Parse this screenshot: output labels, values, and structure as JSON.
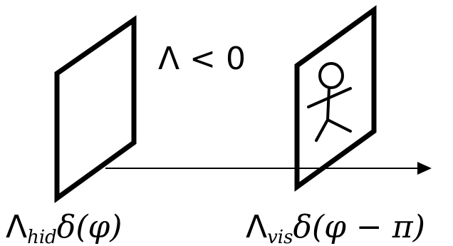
{
  "diagram": {
    "condition_label": "Λ < 0",
    "left_brane_label": {
      "lambda": "Λ",
      "subscript": "hid",
      "delta": "δ(φ)"
    },
    "right_brane_label": {
      "lambda": "Λ",
      "subscript": "vis",
      "delta": "δ(φ − π)"
    },
    "colors": {
      "stroke": "#000000",
      "background": "#ffffff"
    }
  }
}
